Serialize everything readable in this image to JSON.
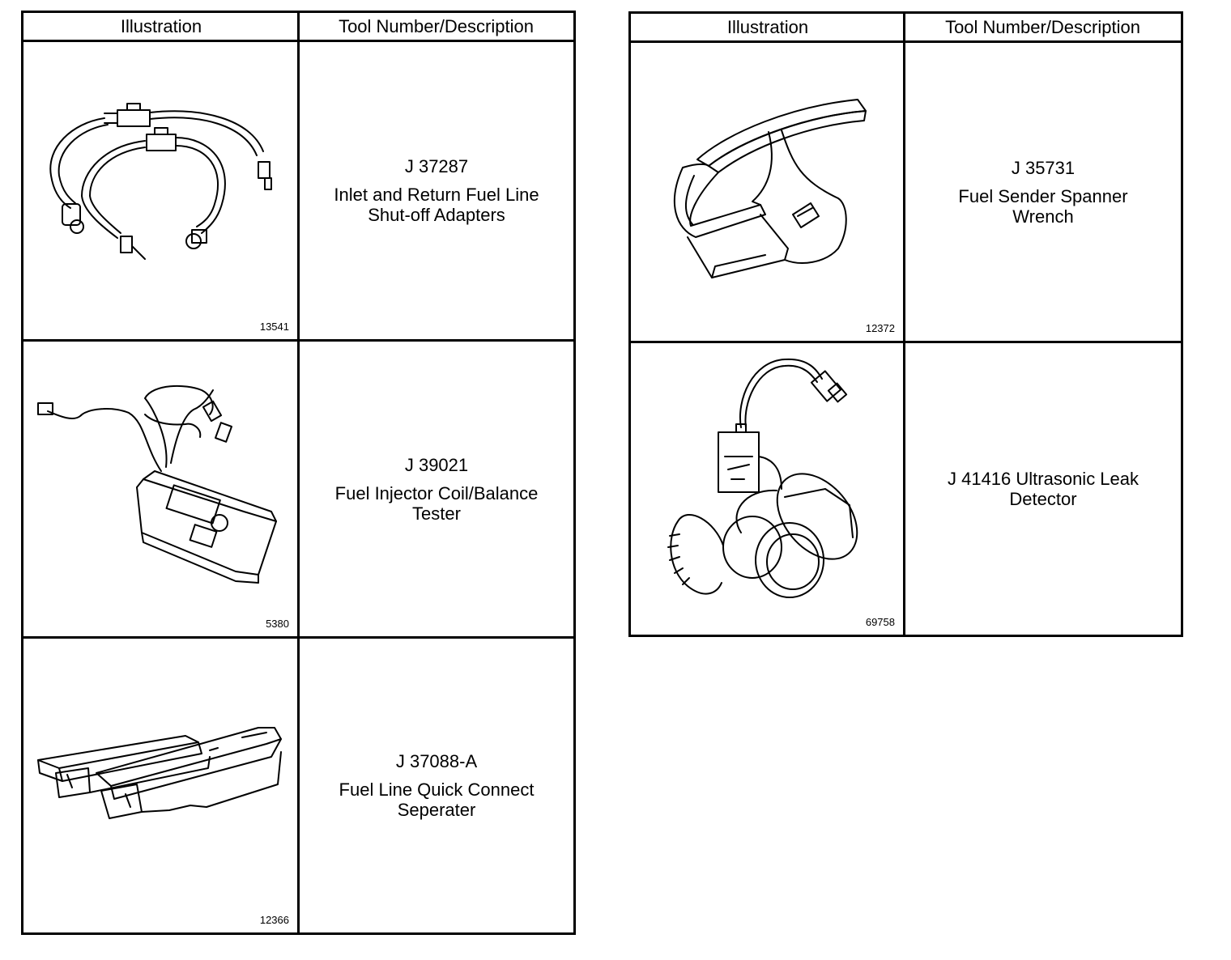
{
  "left_table": {
    "header": {
      "illustration": "Illustration",
      "tool": "Tool Number/Description"
    },
    "rows": [
      {
        "figure": "13541",
        "number": "J 37287",
        "description": "Inlet and Return Fuel Line\nShut-off Adapters",
        "icon": "fuel-line-adapters-icon"
      },
      {
        "figure": "5380",
        "number": "J 39021",
        "description": "Fuel Injector Coil/Balance\nTester",
        "icon": "injector-tester-icon"
      },
      {
        "figure": "12366",
        "number": "J 37088-A",
        "description": "Fuel Line Quick Connect\nSeperater",
        "icon": "quick-connect-separator-icon"
      }
    ]
  },
  "right_table": {
    "header": {
      "illustration": "Illustration",
      "tool": "Tool Number/Description"
    },
    "rows": [
      {
        "figure": "12372",
        "number": "J 35731",
        "description": "Fuel Sender Spanner\nWrench",
        "icon": "spanner-wrench-icon"
      },
      {
        "figure": "69758",
        "number": "",
        "description": "J 41416 Ultrasonic Leak\nDetector",
        "icon": "leak-detector-icon"
      }
    ]
  }
}
